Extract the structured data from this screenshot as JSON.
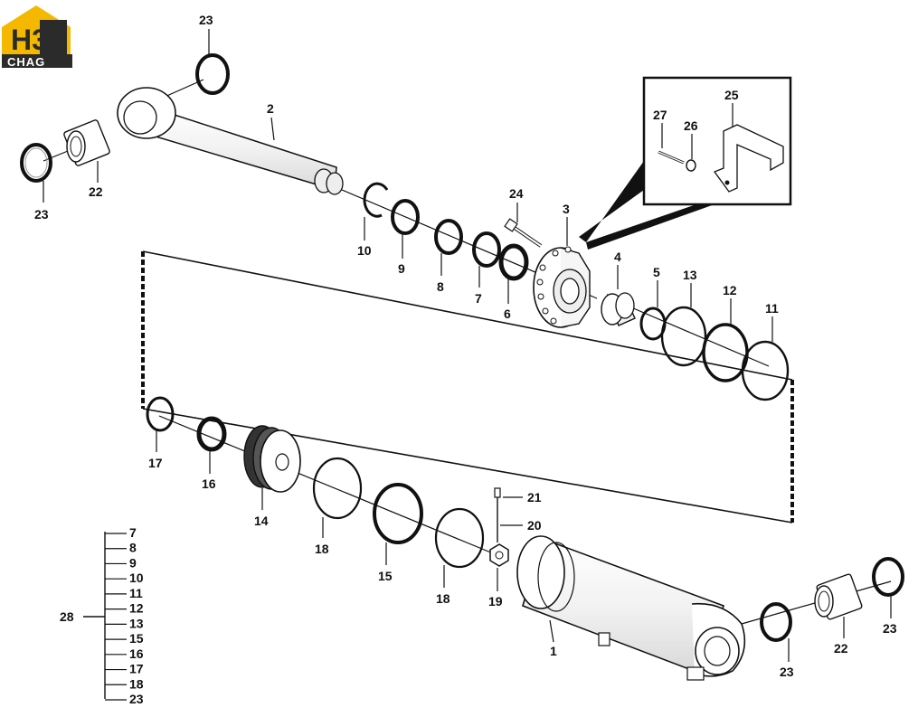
{
  "logo": {
    "mark": "H3",
    "word": "CHAG",
    "colors": {
      "gold": "#F5B800",
      "dark": "#2b2b2b"
    }
  },
  "callouts": {
    "p1": "1",
    "p2": "2",
    "p3": "3",
    "p4": "4",
    "p5": "5",
    "p6": "6",
    "p7": "7",
    "p8": "8",
    "p9": "9",
    "p10": "10",
    "p11": "11",
    "p12": "12",
    "p13": "13",
    "p14": "14",
    "p15": "15",
    "p16": "16",
    "p17": "17",
    "p18a": "18",
    "p18b": "18",
    "p19": "19",
    "p20": "20",
    "p21": "21",
    "p22a": "22",
    "p22b": "22",
    "p23a": "23",
    "p23b": "23",
    "p23c": "23",
    "p23d": "23",
    "p24": "24",
    "p25": "25",
    "p26": "26",
    "p27": "27"
  },
  "kit": {
    "label": "28",
    "items": [
      "7",
      "8",
      "9",
      "10",
      "11",
      "12",
      "13",
      "15",
      "16",
      "17",
      "18",
      "23"
    ]
  }
}
